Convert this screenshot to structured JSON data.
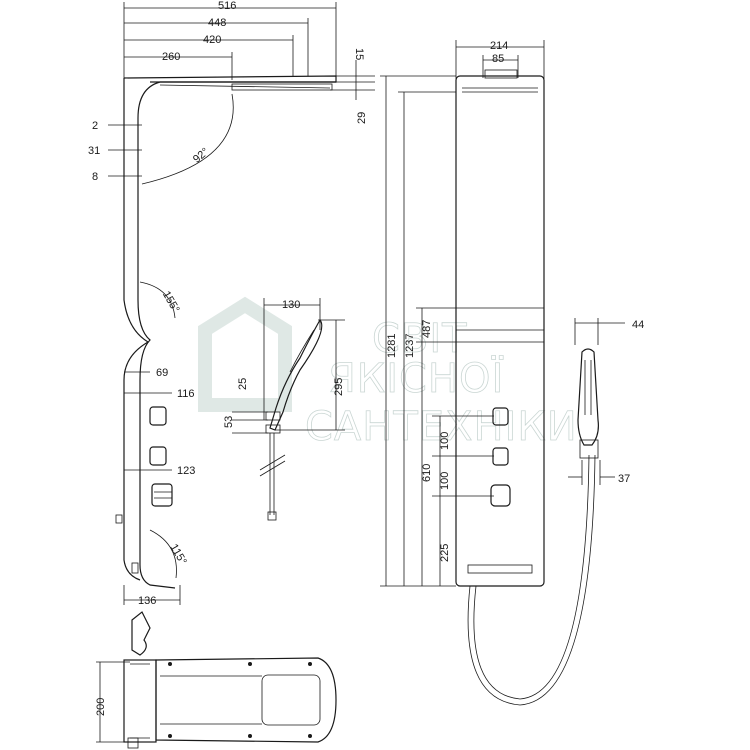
{
  "watermark": {
    "line1": "СВІТ",
    "line2": "ЯКІСНОЇ",
    "line3": "САНТЕХНІКИ"
  },
  "side_view": {
    "top_dims": [
      "516",
      "448",
      "420",
      "260"
    ],
    "right_dims": [
      "15",
      "29"
    ],
    "left_dims": [
      "2",
      "31",
      "8"
    ],
    "angle_top": "92°",
    "angle_mid": "155°",
    "angle_bottom": "115°",
    "offset_dims": [
      "69",
      "116",
      "123"
    ],
    "bottom_width": "136"
  },
  "hand_shower_view": {
    "width": "130",
    "height": "295",
    "small_dims": [
      "25",
      "53"
    ]
  },
  "front_view": {
    "top_dims": [
      "214",
      "85"
    ],
    "heights": [
      "1281",
      "1237",
      "487",
      "610",
      "225"
    ],
    "spacings": [
      "100",
      "100"
    ]
  },
  "shower_head_view": {
    "dims": [
      "44",
      "37"
    ]
  },
  "plan_view": {
    "depth": "200"
  }
}
